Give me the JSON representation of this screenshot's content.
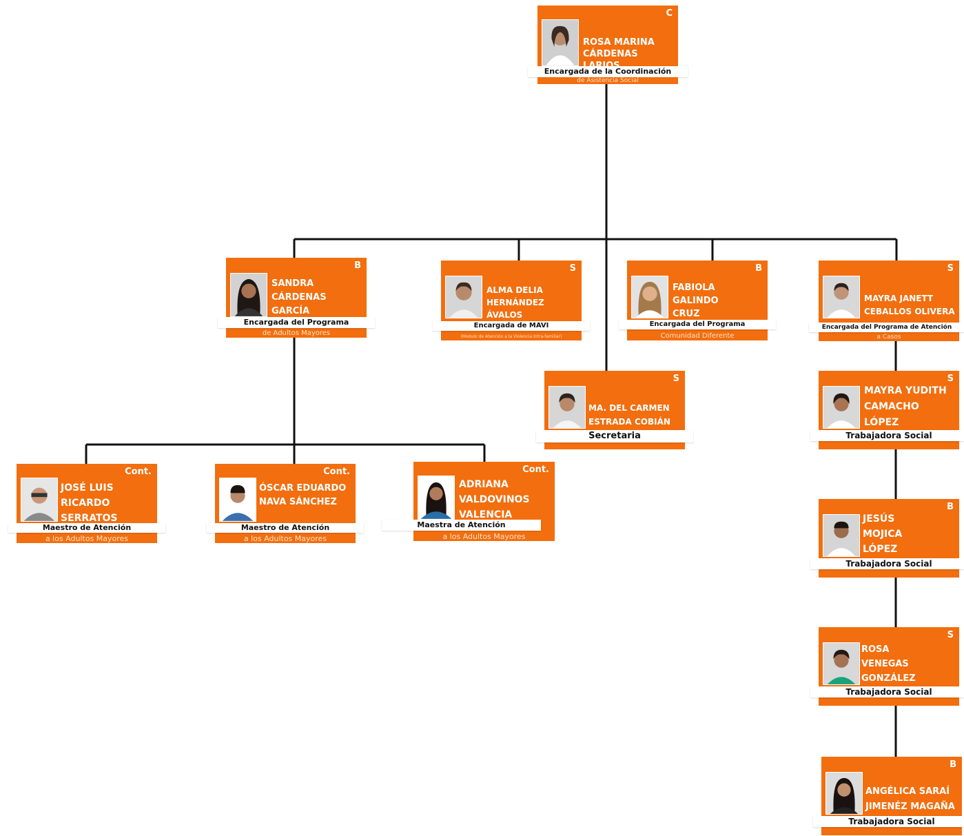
{
  "colors": {
    "card": "#f26e0e",
    "line": "#111111",
    "label_bg": "#ffffff"
  },
  "nodes": {
    "rosa_marina": {
      "code": "C",
      "name": "ROSA MARINA CÁRDENAS LARIOS",
      "role": "Encargada de la Coordinación",
      "subrole": "de Asistencia Social"
    },
    "sandra": {
      "code": "B",
      "name": "SANDRA CÁRDENAS GARCÍA",
      "role": "Encargada del Programa",
      "subrole": "de Adultos Mayores"
    },
    "alma": {
      "code": "S",
      "name": "ALMA DELIA HERNÁNDEZ ÁVALOS",
      "role": "Encargada de MAVI",
      "subrole": "(Modulo de Atención a la Violencia Intra-familiar)"
    },
    "fabiola": {
      "code": "B",
      "name": "FABIOLA GALINDO CRUZ",
      "role": "Encargada del Programa",
      "subrole": "Comunidad Diferente"
    },
    "mayra_janett": {
      "code": "S",
      "name": "MAYRA JANETT CEBALLOS OLIVERA",
      "role": "Encargada del Programa de Atención",
      "subrole": "a Casos"
    },
    "carmen": {
      "code": "S",
      "name": "MA. DEL CARMEN ESTRADA COBIÁN",
      "role": "Secretaria",
      "subrole": ""
    },
    "mayra_yudith": {
      "code": "S",
      "name": "MAYRA YUDITH CAMACHO LÓPEZ",
      "role": "Trabajadora Social",
      "subrole": ""
    },
    "jesus": {
      "code": "B",
      "name": "JESÚS MOJICA LÓPEZ",
      "role": "Trabajadora Social",
      "subrole": ""
    },
    "rosa_venegas": {
      "code": "S",
      "name": "ROSA VENEGAS GONZÁLEZ",
      "role": "Trabajadora Social",
      "subrole": ""
    },
    "angelica": {
      "code": "B",
      "name": "ANGÉLICA SARAÍ JIMENÉZ MAGAÑA",
      "role": "Trabajadora Social",
      "subrole": ""
    },
    "jose_luis": {
      "code": "Cont.",
      "name": "JOSÉ LUIS RICARDO SERRATOS",
      "role": "Maestro de Atención",
      "subrole": "a los Adultos Mayores"
    },
    "oscar": {
      "code": "Cont.",
      "name": "ÓSCAR EDUARDO NAVA SÁNCHEZ",
      "role": "Maestro de Atención",
      "subrole": "a los Adultos Mayores"
    },
    "adriana": {
      "code": "Cont.",
      "name": "ADRIANA VALDOVINOS VALENCIA",
      "role": "Maestra de Atención",
      "subrole": "a los Adultos Mayores"
    }
  }
}
